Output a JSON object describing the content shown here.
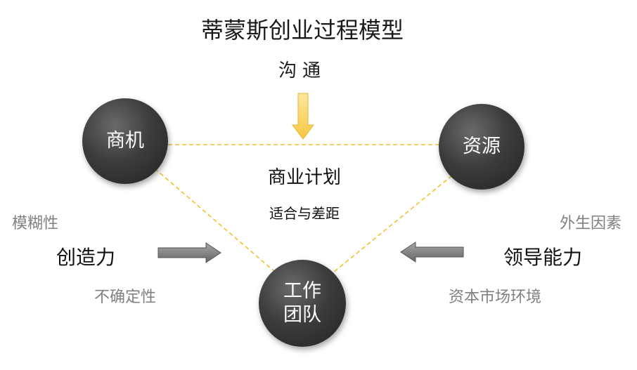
{
  "title": "蒂蒙斯创业过程模型",
  "communication": "沟通",
  "nodes": {
    "opportunity": "商机",
    "resources": "资源",
    "team_line1": "工作",
    "team_line2": "团队"
  },
  "center": {
    "business_plan": "商业计划",
    "fit_gap": "适合与差距"
  },
  "left": {
    "ambiguity": "模糊性",
    "creativity": "创造力",
    "uncertainty": "不确定性"
  },
  "right": {
    "external_factors": "外生因素",
    "leadership": "领导能力",
    "capital_market": "资本市场环境"
  },
  "colors": {
    "edge": "#f2c12e",
    "arrow_yellow": "#fbd460",
    "arrow_grey": "#7f7f7f",
    "node": "#3d3d3d"
  }
}
